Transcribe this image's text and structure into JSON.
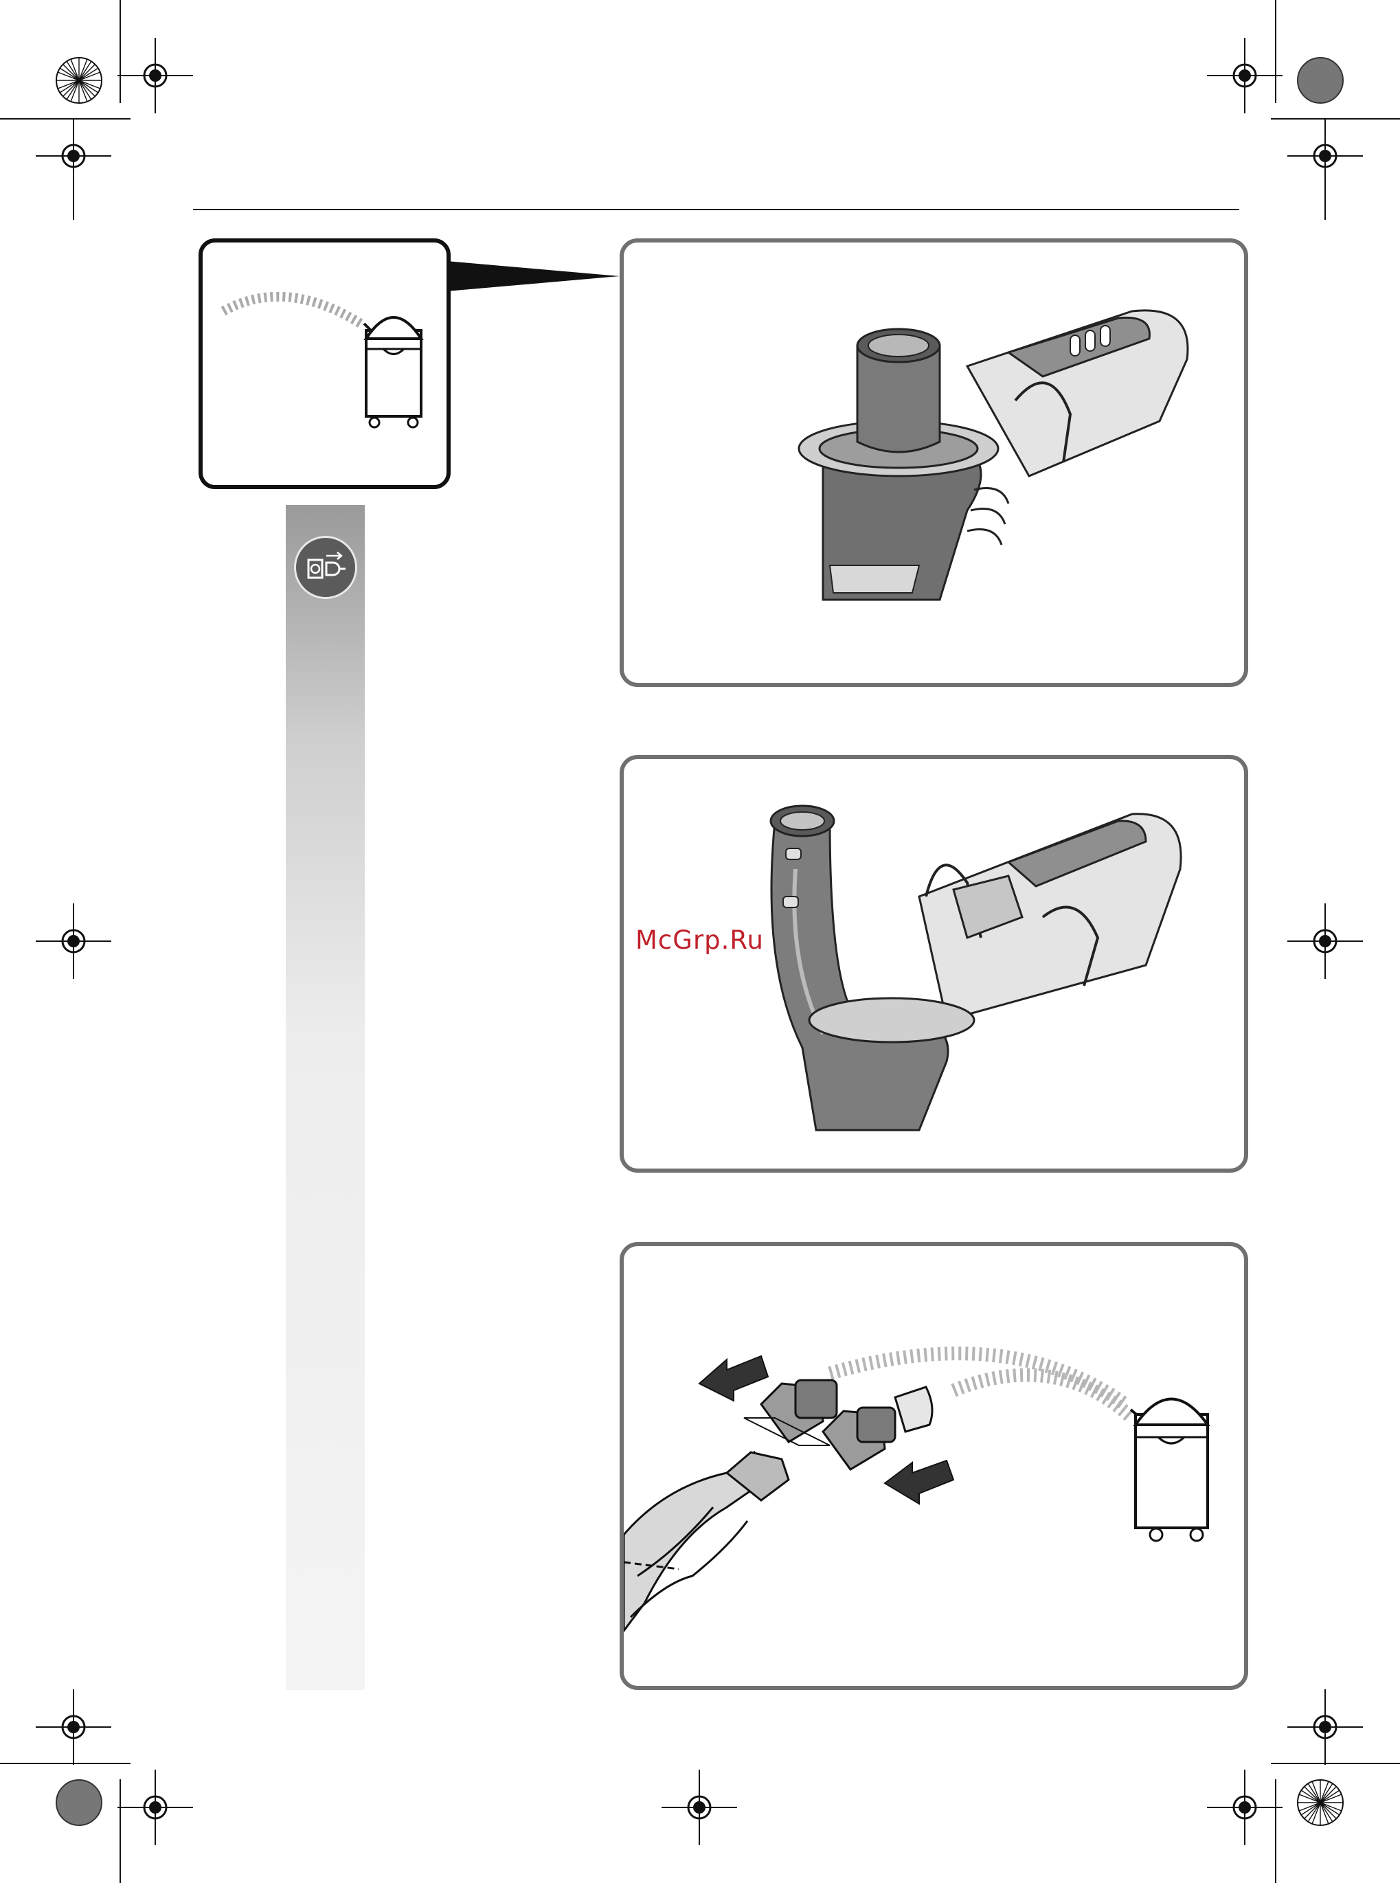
{
  "watermark": {
    "text": "McGrp.Ru"
  },
  "icons": {
    "inset": "vacuum-extractor-icon",
    "side": "unplug-power-icon",
    "panel_1": "dust-extraction-nozzle-illustration",
    "panel_2": "angled-dust-extraction-nozzle-illustration",
    "panel_3": "hose-adapter-connection-illustration"
  },
  "colors": {
    "frame": "#707070",
    "ink": "#111111",
    "watermark": "#c0202a",
    "sidebar_top": "#9a9a9a",
    "sidebar_bottom": "#f4f4f4"
  }
}
